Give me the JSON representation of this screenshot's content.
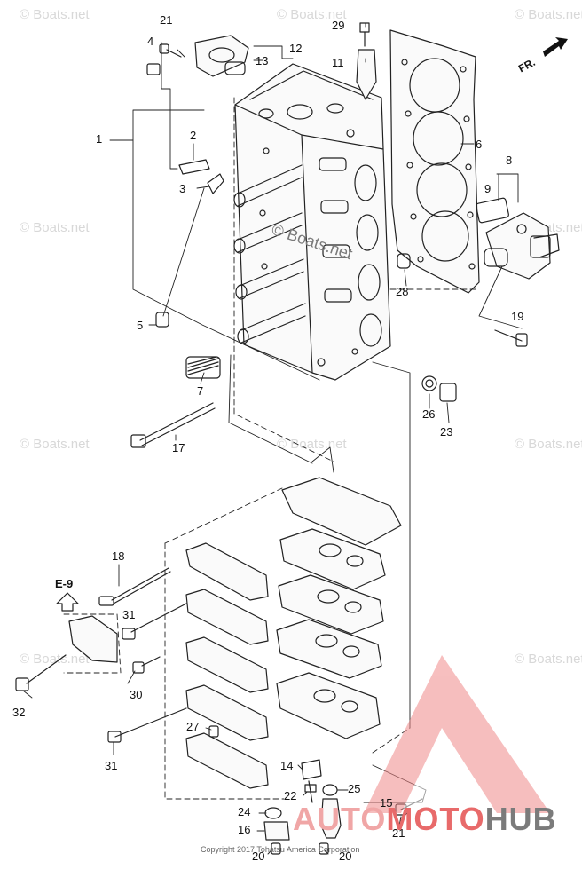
{
  "watermark": {
    "text": "© Boats.net",
    "center_text": "© Boats.net",
    "color": "#d8d8d8"
  },
  "direction": {
    "label": "FR."
  },
  "reference": {
    "label": "E-9"
  },
  "copyright": "Copyright 2017 Tohatsu America Corporation",
  "brand": {
    "part1": "AUTO",
    "part2": "MOTO",
    "part3": "HUB",
    "accent": "#e86a6a"
  },
  "callouts": [
    {
      "id": "c21a",
      "label": "21"
    },
    {
      "id": "c4",
      "label": "4"
    },
    {
      "id": "c12",
      "label": "12"
    },
    {
      "id": "c13",
      "label": "13"
    },
    {
      "id": "c29",
      "label": "29"
    },
    {
      "id": "c11",
      "label": "11"
    },
    {
      "id": "c1",
      "label": "1"
    },
    {
      "id": "c2",
      "label": "2"
    },
    {
      "id": "c3",
      "label": "3"
    },
    {
      "id": "c6",
      "label": "6"
    },
    {
      "id": "c8",
      "label": "8"
    },
    {
      "id": "c9",
      "label": "9"
    },
    {
      "id": "c28",
      "label": "28"
    },
    {
      "id": "c5",
      "label": "5"
    },
    {
      "id": "c19",
      "label": "19"
    },
    {
      "id": "c7",
      "label": "7"
    },
    {
      "id": "c26",
      "label": "26"
    },
    {
      "id": "c23",
      "label": "23"
    },
    {
      "id": "c17",
      "label": "17"
    },
    {
      "id": "c18",
      "label": "18"
    },
    {
      "id": "c31a",
      "label": "31"
    },
    {
      "id": "c32",
      "label": "32"
    },
    {
      "id": "c30",
      "label": "30"
    },
    {
      "id": "c27",
      "label": "27"
    },
    {
      "id": "c31b",
      "label": "31"
    },
    {
      "id": "c14",
      "label": "14"
    },
    {
      "id": "c22",
      "label": "22"
    },
    {
      "id": "c25",
      "label": "25"
    },
    {
      "id": "c15",
      "label": "15"
    },
    {
      "id": "c21b",
      "label": "21"
    },
    {
      "id": "c24",
      "label": "24"
    },
    {
      "id": "c16",
      "label": "16"
    },
    {
      "id": "c20a",
      "label": "20"
    },
    {
      "id": "c20b",
      "label": "20"
    }
  ]
}
